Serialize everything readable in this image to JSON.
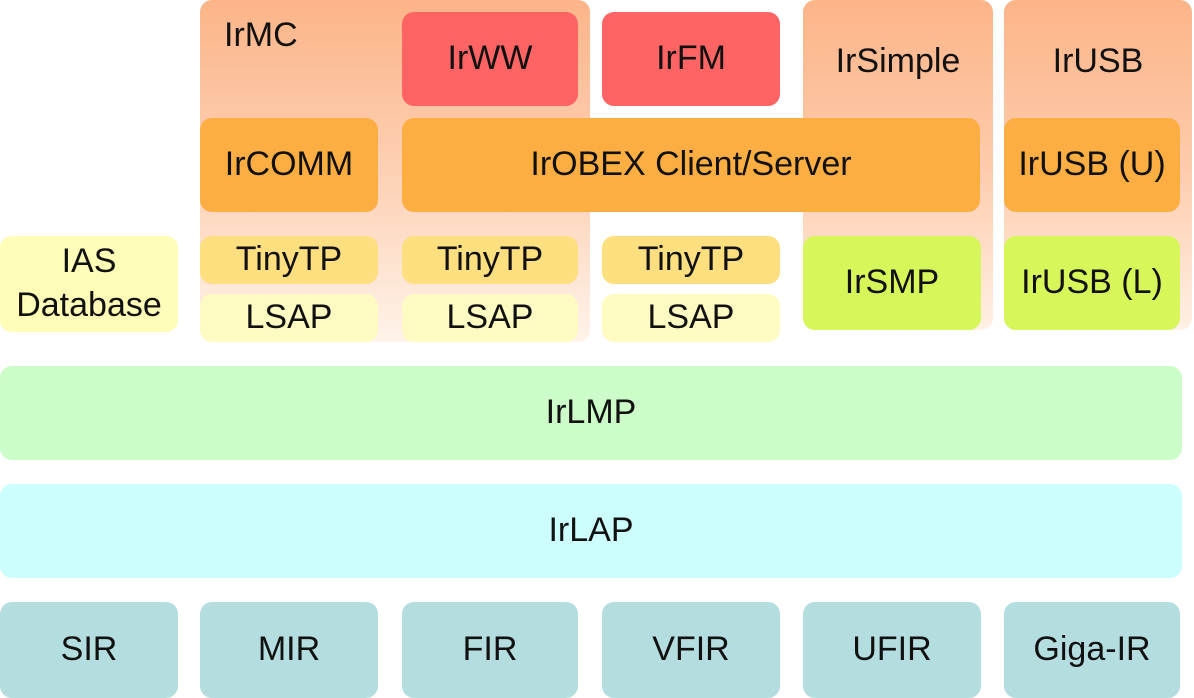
{
  "groups": {
    "irmc": "IrMC",
    "irsimple": "IrSimple",
    "irusb": "IrUSB"
  },
  "apps": {
    "irww": "IrWW",
    "irfm": "IrFM"
  },
  "session": {
    "ircomm": "IrCOMM",
    "irobex": "IrOBEX Client/Server",
    "irusb_u": "IrUSB (U)"
  },
  "transport": {
    "ias_line1": "IAS",
    "ias_line2": "Database",
    "tinytp_1": "TinyTP",
    "tinytp_2": "TinyTP",
    "tinytp_3": "TinyTP",
    "lsap_1": "LSAP",
    "lsap_2": "LSAP",
    "lsap_3": "LSAP",
    "irsmp": "IrSMP",
    "irusb_l": "IrUSB (L)"
  },
  "link": {
    "irlmp": "IrLMP",
    "irlap": "IrLAP"
  },
  "physical": [
    "SIR",
    "MIR",
    "FIR",
    "VFIR",
    "UFIR",
    "Giga-IR"
  ],
  "colors": {
    "red": "#ff6464",
    "orange": "#fdae42",
    "tinytp": "#fddf7f",
    "lsap": "#fefbc2",
    "green": "#d6f65a",
    "irlmp": "#ccfcc8",
    "irlap": "#ccfefe",
    "physical": "#b4dde0"
  }
}
